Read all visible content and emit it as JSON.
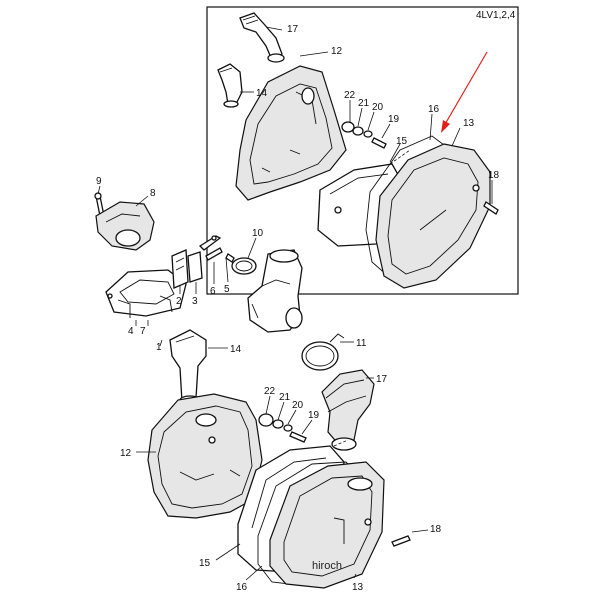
{
  "diagram": {
    "inset_code": "4LV1,2,4",
    "watermark": "hiroch",
    "arrow_color": "#e0201a",
    "inset_labels": [
      "17",
      "12",
      "14",
      "22",
      "21",
      "20",
      "19",
      "16",
      "13",
      "15",
      "18"
    ],
    "mid_labels": [
      "9",
      "8",
      "10",
      "2",
      "3",
      "6",
      "5",
      "4",
      "7",
      "1",
      "14",
      "11",
      "17"
    ],
    "lower_labels": [
      "22",
      "21",
      "20",
      "19",
      "12",
      "15",
      "16",
      "13",
      "18"
    ]
  }
}
